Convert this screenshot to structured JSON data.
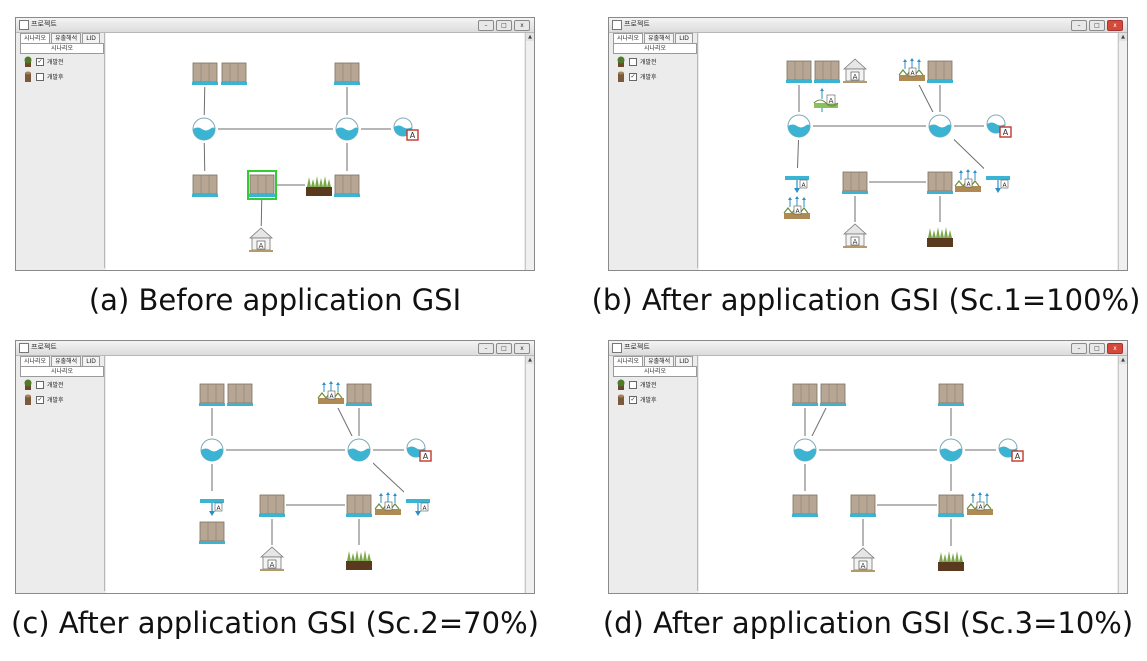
{
  "window": {
    "title": "프로젝트",
    "tabs": [
      "시나리오",
      "유출해석",
      "LID"
    ],
    "subtitle": "시나리오",
    "layers": [
      {
        "label": "개발전",
        "icon": "pre-development-icon"
      },
      {
        "label": "개발후",
        "icon": "post-development-icon"
      }
    ],
    "buttons": [
      "minimize-button",
      "maximize-button",
      "close-button"
    ]
  },
  "icons": {
    "building": "building-icon",
    "reservoir": "reservoir-pond-icon",
    "outfall": "outfall-icon",
    "grass": "green-roof-grass-icon",
    "house": "house-raingarden-icon",
    "infiltration": "infiltration-facility-icon",
    "permeable": "permeable-pavement-icon",
    "inflow": "inflow-arrow-icon"
  },
  "colors": {
    "water": "#3bb3d3",
    "building": "#b7a694",
    "soil": "#5a3a1e",
    "grass": "#7aa84a",
    "selection": "#33cc33"
  },
  "panels": [
    {
      "id": "a",
      "caption": "(a) Before application GSI",
      "checked": [
        true,
        false
      ],
      "close_red": false,
      "nodes": [
        {
          "t": "bld"
        },
        {
          "t": "bld"
        },
        {
          "t": "bld"
        },
        {
          "t": "pond"
        },
        {
          "t": "pond"
        },
        {
          "t": "out"
        },
        {
          "t": "bld"
        },
        {
          "t": "bld",
          "sel": true
        },
        {
          "t": "grass"
        },
        {
          "t": "bld"
        },
        {
          "t": "house"
        }
      ]
    },
    {
      "id": "b",
      "caption": "(b) After application GSI (Sc.1=100%)",
      "checked": [
        false,
        true
      ],
      "close_red": true,
      "nodes": [
        {
          "t": "bld"
        },
        {
          "t": "bld"
        },
        {
          "t": "house"
        },
        {
          "t": "inf"
        },
        {
          "t": "bld"
        },
        {
          "t": "perm"
        },
        {
          "t": "pond"
        },
        {
          "t": "pond"
        },
        {
          "t": "out"
        },
        {
          "t": "arr"
        },
        {
          "t": "inf"
        },
        {
          "t": "bld"
        },
        {
          "t": "bld"
        },
        {
          "t": "inf"
        },
        {
          "t": "arr"
        },
        {
          "t": "house"
        },
        {
          "t": "grass"
        }
      ]
    },
    {
      "id": "c",
      "caption": "(c) After application GSI (Sc.2=70%)",
      "checked": [
        false,
        true
      ],
      "close_red": false,
      "nodes": [
        {
          "t": "bld"
        },
        {
          "t": "bld"
        },
        {
          "t": "inf"
        },
        {
          "t": "bld"
        },
        {
          "t": "pond"
        },
        {
          "t": "pond"
        },
        {
          "t": "out"
        },
        {
          "t": "arr"
        },
        {
          "t": "bld"
        },
        {
          "t": "bld"
        },
        {
          "t": "bld"
        },
        {
          "t": "inf"
        },
        {
          "t": "arr"
        },
        {
          "t": "house"
        },
        {
          "t": "grass"
        }
      ]
    },
    {
      "id": "d",
      "caption": "(d) After application GSI (Sc.3=10%)",
      "checked": [
        false,
        true
      ],
      "close_red": true,
      "nodes": [
        {
          "t": "bld"
        },
        {
          "t": "bld"
        },
        {
          "t": "bld"
        },
        {
          "t": "pond"
        },
        {
          "t": "pond"
        },
        {
          "t": "out"
        },
        {
          "t": "bld"
        },
        {
          "t": "bld"
        },
        {
          "t": "bld"
        },
        {
          "t": "inf"
        },
        {
          "t": "house"
        },
        {
          "t": "grass"
        }
      ]
    }
  ]
}
